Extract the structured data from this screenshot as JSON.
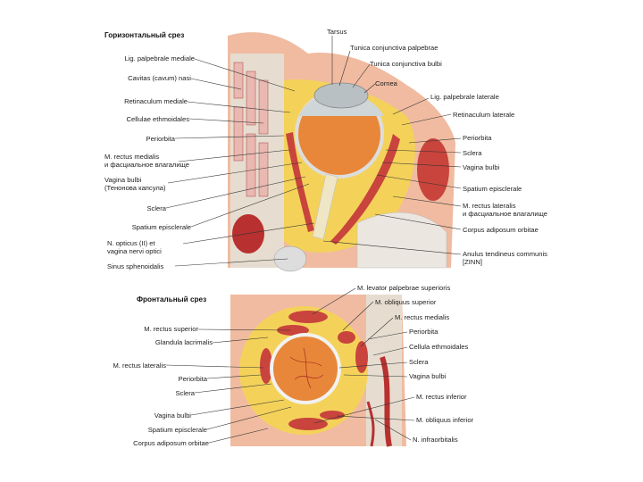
{
  "sections": {
    "horizontal_title": "Горизонтальный срез",
    "frontal_title": "Фронтальный срез"
  },
  "horizontal": {
    "left_labels": [
      "Lig. palpebrale mediale",
      "Cavitas (cavum) nasi",
      "Retinaculum mediale",
      "Cellulae ethmoidales",
      "Periorbita",
      "M. rectus medialis\nи фасциальное влагалище",
      "Vagina bulbi\n(Тенонова капсула)",
      "Sclera",
      "Spatium episclerale",
      "N. opticus (II) et\nvagina nervi optici",
      "Sinus sphenoidalis"
    ],
    "top_labels": [
      "Tarsus",
      "Tunica conjunctiva palpebrae",
      "Tunica conjunctiva bulbi",
      "Cornea"
    ],
    "right_labels": [
      "Lig. palpebrale laterale",
      "Retinaculum laterale",
      "Periorbita",
      "Sclera",
      "Vagina bulbi",
      "Spatium episclerale",
      "M. rectus lateralis\nи фасциальное влагалище",
      "Corpus adiposum orbitae",
      "Anulus tendineus communis\n[ZINN]"
    ]
  },
  "frontal": {
    "top_labels": [
      "M. levator palpebrae superioris",
      "M. obliquus superior"
    ],
    "left_labels": [
      "M. rectus superior",
      "Glandula lacrimalis",
      "M. rectus lateralis",
      "Periorbita",
      "Sclera",
      "Vagina bulbi",
      "Spatium episclerale",
      "Corpus adiposum orbitae"
    ],
    "right_labels": [
      "M. rectus medialis",
      "Periorbita",
      "Cellula ethmoidales",
      "Sclera",
      "Vagina bulbi",
      "M. rectus inferior",
      "M. obliquus inferior",
      "N. infraorbitalis"
    ]
  },
  "colors": {
    "fat": "#f4d25a",
    "muscle": "#c8443c",
    "skin": "#f0bba0",
    "eye": "#e8873a",
    "bone": "#e6ddd0"
  }
}
